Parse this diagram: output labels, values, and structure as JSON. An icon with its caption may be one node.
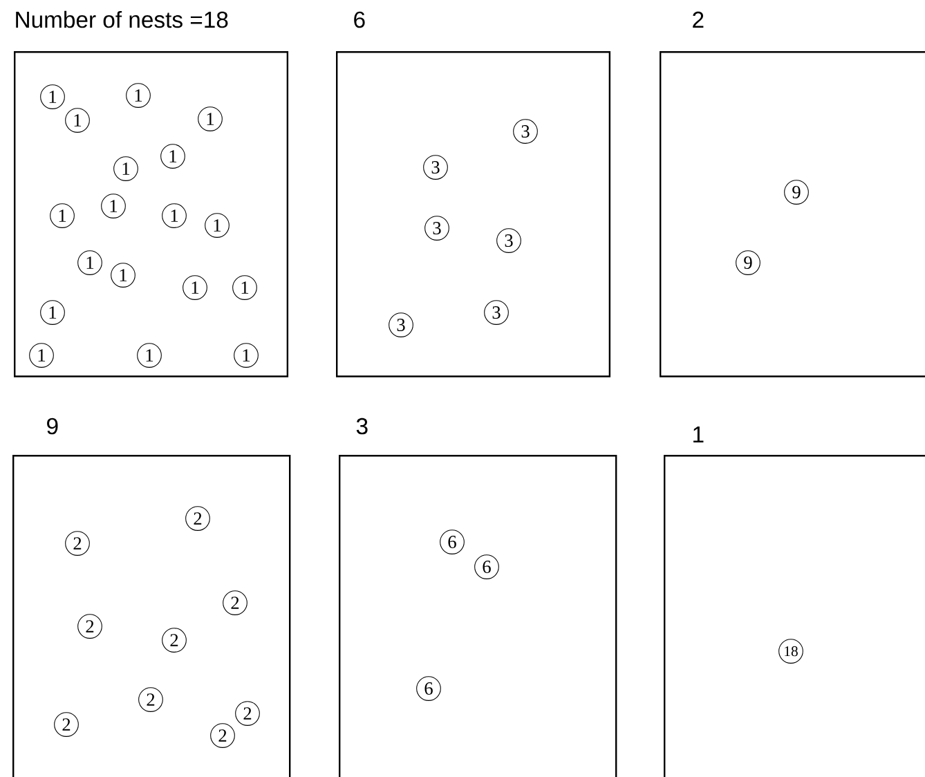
{
  "diagram": {
    "nodes": [
      {
        "text": [
          "Number of nests =18"
        ]
      },
      {
        "text": [
          "1"
        ],
        "in": 0
      },
      {
        "text": [
          "1"
        ],
        "in": 0
      },
      {
        "text": [
          "1"
        ],
        "in": 0
      },
      {
        "text": [
          "1"
        ],
        "in": 0
      },
      {
        "text": [
          "1"
        ],
        "in": 0
      },
      {
        "text": [
          "1"
        ],
        "in": 0
      },
      {
        "text": [
          "1"
        ],
        "in": 0
      },
      {
        "text": [
          "1"
        ],
        "in": 0
      },
      {
        "text": [
          "1"
        ],
        "in": 0
      },
      {
        "text": [
          "1"
        ],
        "in": 0
      },
      {
        "text": [
          "1"
        ],
        "in": 0
      },
      {
        "text": [
          "1"
        ],
        "in": 0
      },
      {
        "text": [
          "1"
        ],
        "in": 0
      },
      {
        "text": [
          "1"
        ],
        "in": 0
      },
      {
        "text": [
          "1"
        ],
        "in": 0
      },
      {
        "text": [
          "1"
        ],
        "in": 0
      },
      {
        "text": [
          "1"
        ],
        "in": 0
      },
      {
        "text": [
          "1"
        ],
        "in": 0
      },
      {
        "text": [
          "6"
        ]
      },
      {
        "text": [
          "3"
        ],
        "in": 19
      },
      {
        "text": [
          "3"
        ],
        "in": 19
      },
      {
        "text": [
          "3"
        ],
        "in": 19
      },
      {
        "text": [
          "3"
        ],
        "in": 19
      },
      {
        "text": [
          "3"
        ],
        "in": 19
      },
      {
        "text": [
          "3"
        ],
        "in": 19
      },
      {
        "text": [
          "2"
        ]
      },
      {
        "text": [
          "9"
        ],
        "in": 26
      },
      {
        "text": [
          "9"
        ],
        "in": 26
      },
      {
        "text": [
          "9"
        ]
      },
      {
        "text": [
          "2"
        ],
        "in": 29
      },
      {
        "text": [
          "2"
        ],
        "in": 29
      },
      {
        "text": [
          "2"
        ],
        "in": 29
      },
      {
        "text": [
          "2"
        ],
        "in": 29
      },
      {
        "text": [
          "2"
        ],
        "in": 29
      },
      {
        "text": [
          "2"
        ],
        "in": 29
      },
      {
        "text": [
          "2"
        ],
        "in": 29
      },
      {
        "text": [
          "2"
        ],
        "in": 29
      },
      {
        "text": [
          "2"
        ],
        "in": 29
      },
      {
        "text": [
          "3"
        ]
      },
      {
        "text": [
          "6"
        ],
        "in": 39
      },
      {
        "text": [
          "6"
        ],
        "in": 39
      },
      {
        "text": [
          "6"
        ],
        "in": 39
      },
      {
        "text": [
          "1"
        ]
      },
      {
        "text": [
          "18"
        ],
        "in": 43
      }
    ]
  }
}
